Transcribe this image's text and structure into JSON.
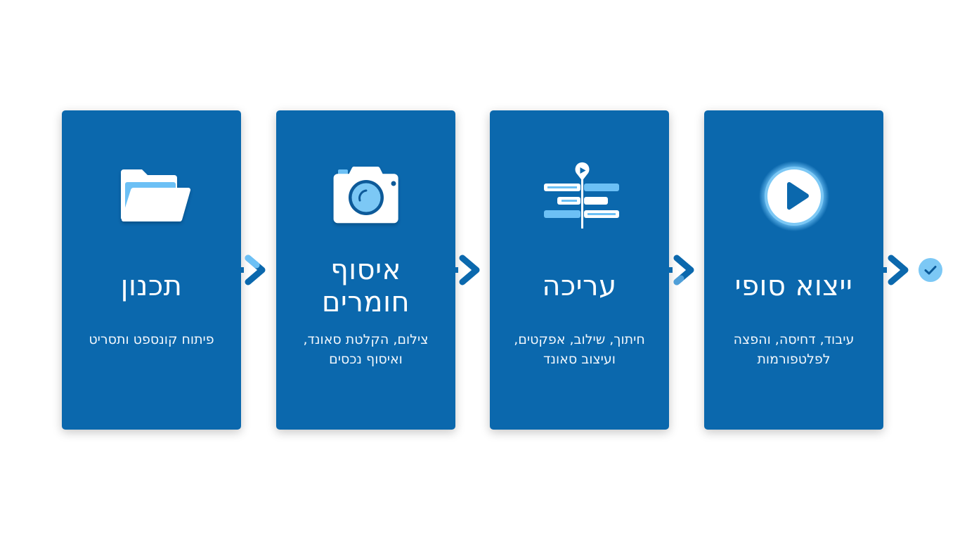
{
  "diagram": {
    "type": "process-flow",
    "direction": "left-to-right",
    "colors": {
      "card_background": "#0b68ad",
      "text": "#ffffff",
      "icon_accent": "#6cc0f5",
      "arrow": "#0b68ad",
      "check_circle": "#7cc8f5",
      "check_mark": "#0b5a99"
    },
    "steps": [
      {
        "icon": "folder-open-icon",
        "title": "תכנון",
        "description": "פיתוח קונספט ותסריט"
      },
      {
        "icon": "camera-icon",
        "title": "איסוף חומרים",
        "description": "צילום, הקלטת סאונד, ואיסוף נכסים"
      },
      {
        "icon": "timeline-editor-icon",
        "title": "עריכה",
        "description": "חיתוך, שילוב, אפקטים, ועיצוב סאונד"
      },
      {
        "icon": "play-button-icon",
        "title": "ייצוא סופי",
        "description": "עיבוד, דחיסה, והפצה לפלטפורמות"
      }
    ],
    "connectors": [
      "arrow-right-icon",
      "arrow-right-icon",
      "arrow-right-icon",
      "arrow-right-icon"
    ],
    "end_marker": "check-circle-icon"
  }
}
